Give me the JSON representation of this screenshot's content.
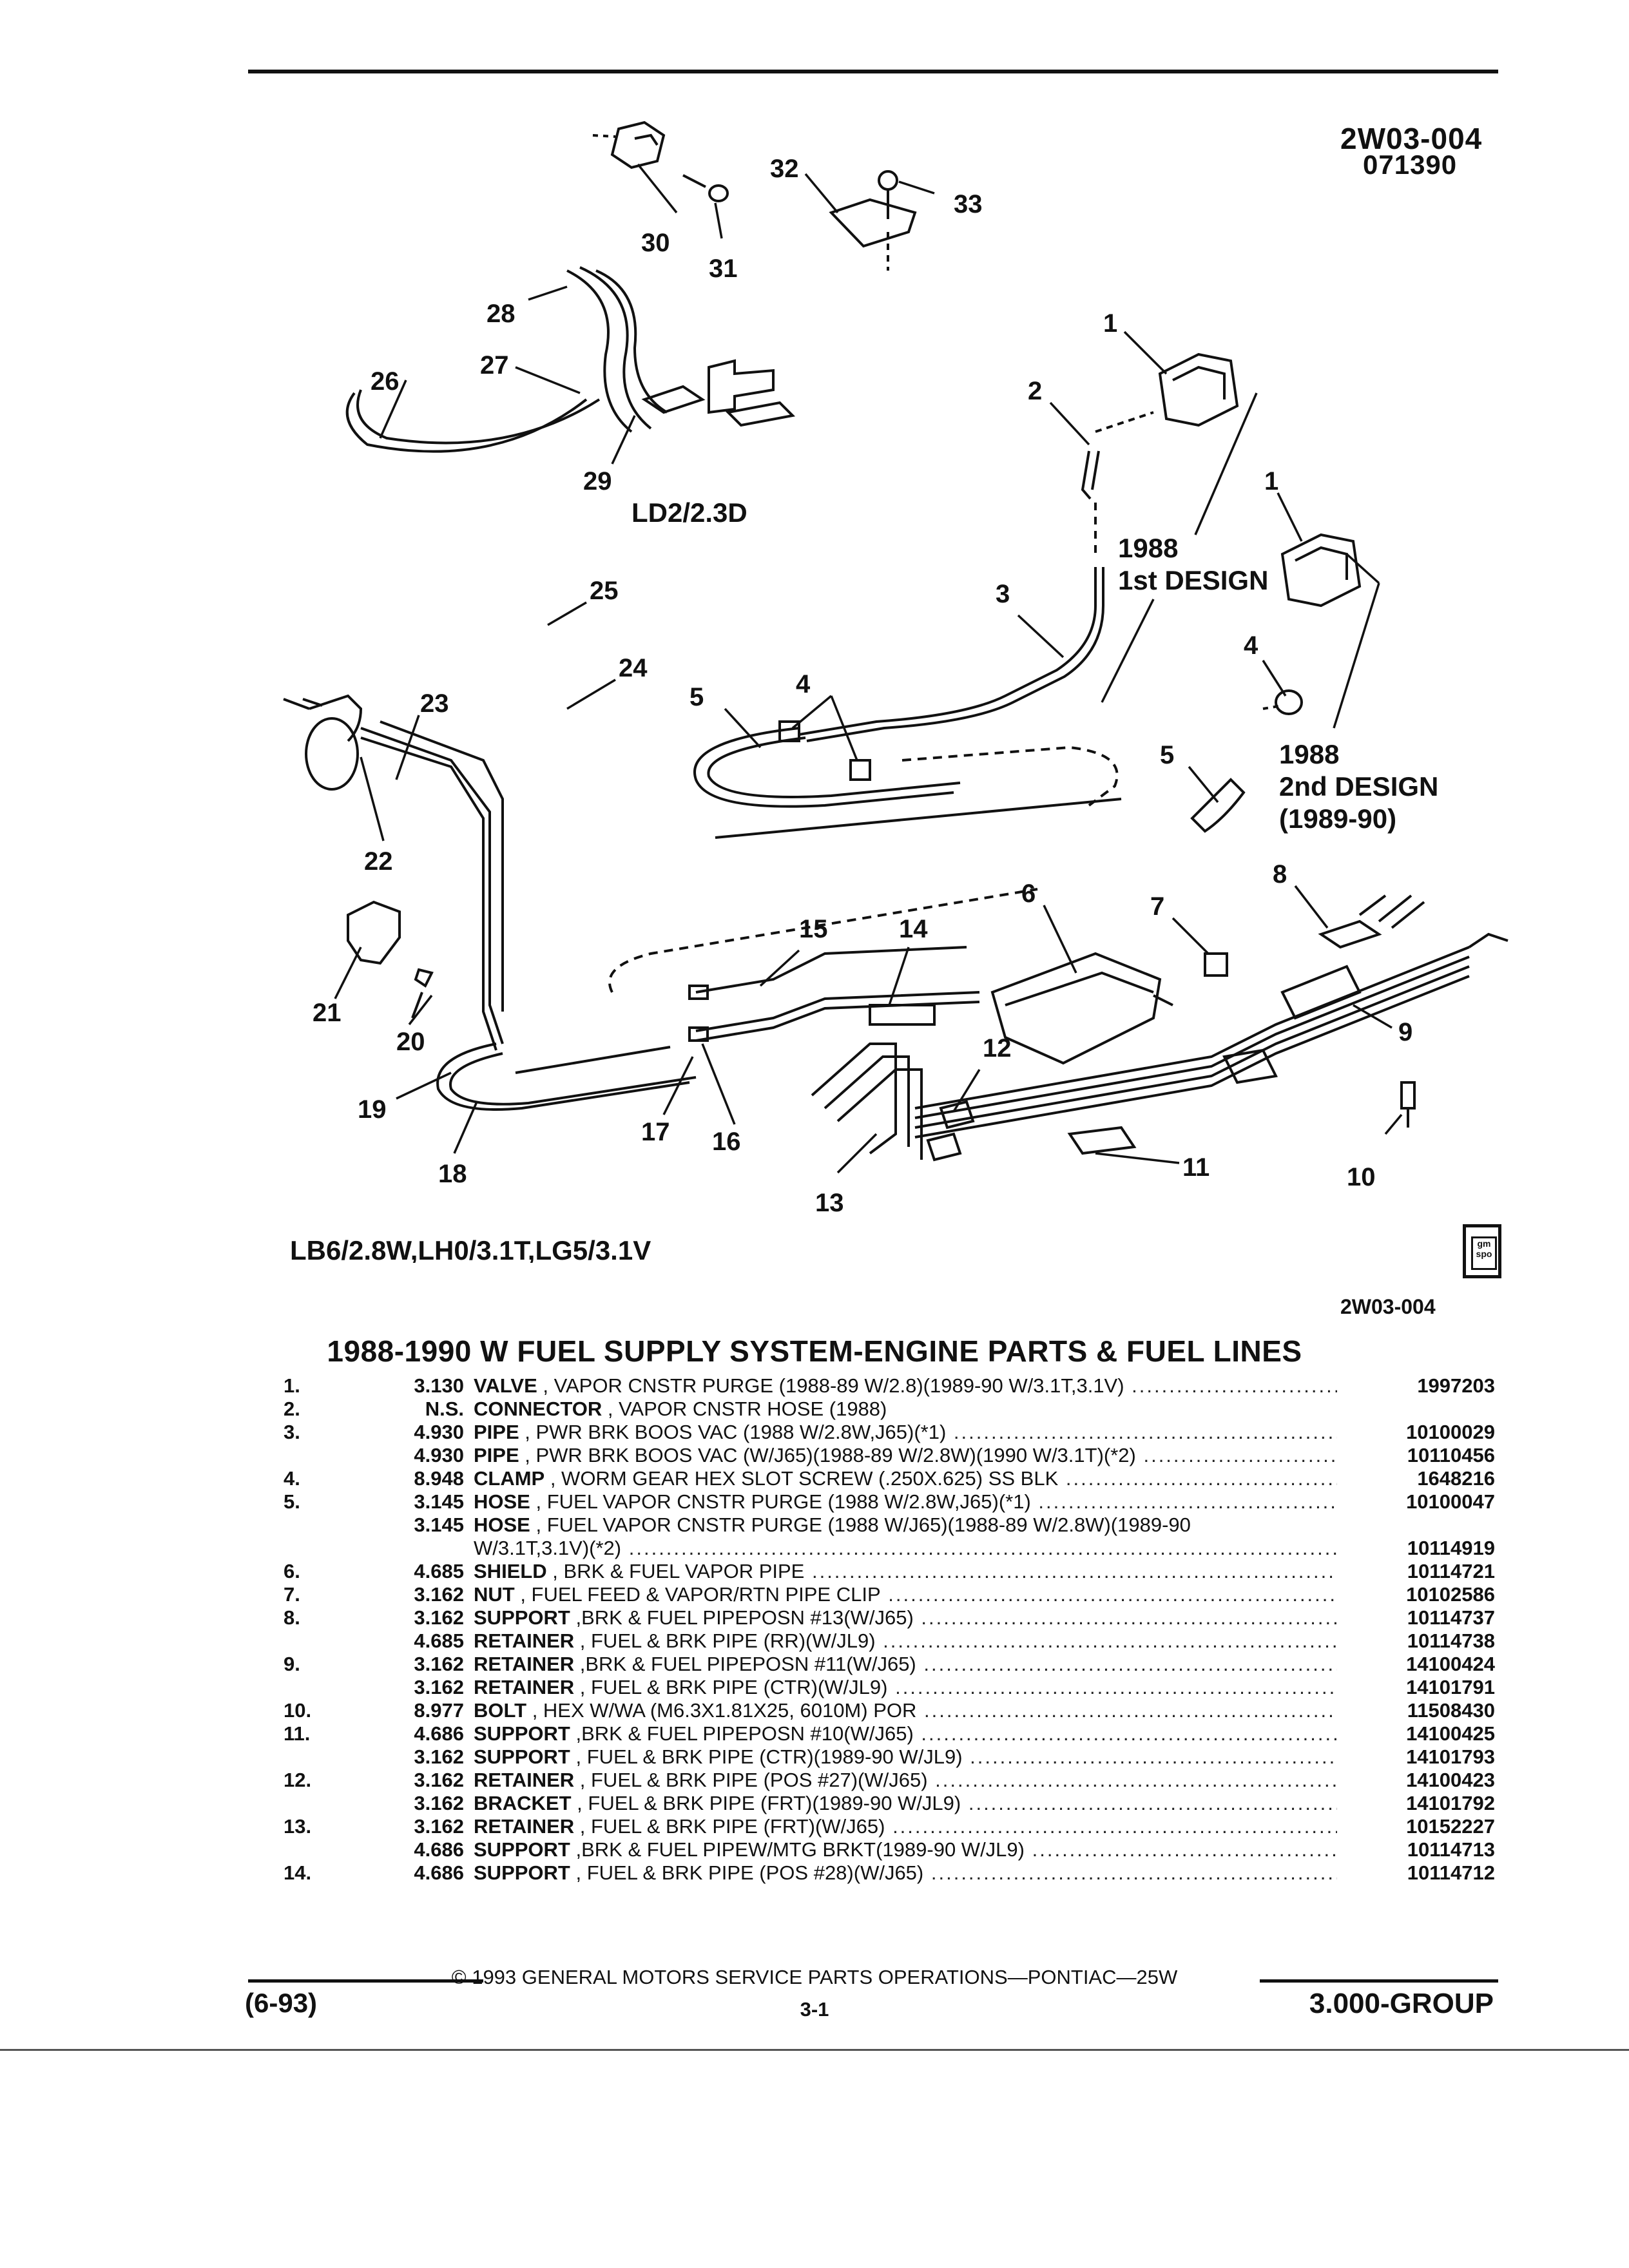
{
  "header": {
    "code": "2W03-004",
    "subcode": "071390"
  },
  "diagram": {
    "engine_label_top": "LD2/2.3D",
    "engine_label_bottom": "LB6/2.8W,LH0/3.1T,LG5/3.1V",
    "design1": [
      "1988",
      "1st DESIGN"
    ],
    "design2": [
      "1988",
      "2nd DESIGN",
      "(1989-90)"
    ],
    "figure_code": "2W03-004",
    "badge": "gm spo",
    "callouts": [
      "1",
      "1",
      "2",
      "3",
      "4",
      "4",
      "5",
      "5",
      "6",
      "7",
      "8",
      "9",
      "10",
      "11",
      "12",
      "13",
      "14",
      "15",
      "16",
      "17",
      "18",
      "19",
      "20",
      "21",
      "22",
      "23",
      "24",
      "25",
      "26",
      "27",
      "28",
      "29",
      "30",
      "31",
      "32",
      "33"
    ]
  },
  "parts_title": "1988-1990 W FUEL SUPPLY SYSTEM-ENGINE PARTS & FUEL LINES",
  "parts": [
    {
      "idx": "1.",
      "grp": "3.130",
      "name": "VALVE",
      "rest": " , VAPOR CNSTR PURGE (1988-89 W/2.8)(1989-90 W/3.1T,3.1V)",
      "pn": "1997203"
    },
    {
      "idx": "2.",
      "grp": "N.S.",
      "name": "CONNECTOR",
      "rest": " , VAPOR CNSTR HOSE (1988)",
      "pn": ""
    },
    {
      "idx": "3.",
      "grp": "4.930",
      "name": "PIPE",
      "rest": " , PWR BRK BOOS VAC (1988 W/2.8W,J65)(*1)",
      "pn": "10100029"
    },
    {
      "idx": "",
      "grp": "4.930",
      "name": "PIPE",
      "rest": " , PWR BRK BOOS VAC (W/J65)(1988-89 W/2.8W)(1990 W/3.1T)(*2)",
      "pn": "10110456"
    },
    {
      "idx": "4.",
      "grp": "8.948",
      "name": "CLAMP",
      "rest": " , WORM GEAR HEX SLOT SCREW (.250X.625) SS BLK",
      "pn": "1648216"
    },
    {
      "idx": "5.",
      "grp": "3.145",
      "name": "HOSE",
      "rest": " , FUEL VAPOR CNSTR PURGE (1988 W/2.8W,J65)(*1)",
      "pn": "10100047"
    },
    {
      "idx": "",
      "grp": "3.145",
      "name": "HOSE",
      "rest": " , FUEL VAPOR CNSTR PURGE (1988 W/J65)(1988-89 W/2.8W)(1989-90",
      "pn": ""
    },
    {
      "idx": "",
      "grp": "",
      "name": "",
      "rest": "W/3.1T,3.1V)(*2)",
      "pn": "10114919"
    },
    {
      "idx": "6.",
      "grp": "4.685",
      "name": "SHIELD",
      "rest": " , BRK & FUEL VAPOR PIPE",
      "pn": "10114721"
    },
    {
      "idx": "7.",
      "grp": "3.162",
      "name": "NUT",
      "rest": " , FUEL FEED & VAPOR/RTN PIPE CLIP",
      "pn": "10102586"
    },
    {
      "idx": "8.",
      "grp": "3.162",
      "name": "SUPPORT",
      "rest": " ,BRK & FUEL PIPEPOSN #13(W/J65)",
      "pn": "10114737"
    },
    {
      "idx": "",
      "grp": "4.685",
      "name": "RETAINER",
      "rest": " , FUEL & BRK PIPE (RR)(W/JL9)",
      "pn": "10114738"
    },
    {
      "idx": "9.",
      "grp": "3.162",
      "name": "RETAINER",
      "rest": " ,BRK & FUEL PIPEPOSN #11(W/J65)",
      "pn": "14100424"
    },
    {
      "idx": "",
      "grp": "3.162",
      "name": "RETAINER",
      "rest": " , FUEL & BRK PIPE (CTR)(W/JL9)",
      "pn": "14101791"
    },
    {
      "idx": "10.",
      "grp": "8.977",
      "name": "BOLT",
      "rest": " , HEX W/WA (M6.3X1.81X25, 6010M) POR",
      "pn": "11508430"
    },
    {
      "idx": "11.",
      "grp": "4.686",
      "name": "SUPPORT",
      "rest": " ,BRK & FUEL PIPEPOSN #10(W/J65)",
      "pn": "14100425"
    },
    {
      "idx": "",
      "grp": "3.162",
      "name": "SUPPORT",
      "rest": " , FUEL & BRK PIPE (CTR)(1989-90 W/JL9)",
      "pn": "14101793"
    },
    {
      "idx": "12.",
      "grp": "3.162",
      "name": "RETAINER",
      "rest": " , FUEL & BRK PIPE (POS #27)(W/J65)",
      "pn": "14100423"
    },
    {
      "idx": "",
      "grp": "3.162",
      "name": "BRACKET",
      "rest": " , FUEL & BRK PIPE (FRT)(1989-90 W/JL9)",
      "pn": "14101792"
    },
    {
      "idx": "13.",
      "grp": "3.162",
      "name": "RETAINER",
      "rest": " , FUEL & BRK PIPE (FRT)(W/J65)",
      "pn": "10152227"
    },
    {
      "idx": "",
      "grp": "4.686",
      "name": "SUPPORT",
      "rest": " ,BRK & FUEL PIPEW/MTG BRKT(1989-90 W/JL9)",
      "pn": "10114713"
    },
    {
      "idx": "14.",
      "grp": "4.686",
      "name": "SUPPORT",
      "rest": " , FUEL & BRK PIPE (POS #28)(W/J65)",
      "pn": "10114712"
    }
  ],
  "footer": {
    "copyright": "© 1993 GENERAL MOTORS SERVICE PARTS OPERATIONS—PONTIAC—25W",
    "page": "3-1",
    "date": "(6-93)",
    "group": "3.000-GROUP"
  }
}
